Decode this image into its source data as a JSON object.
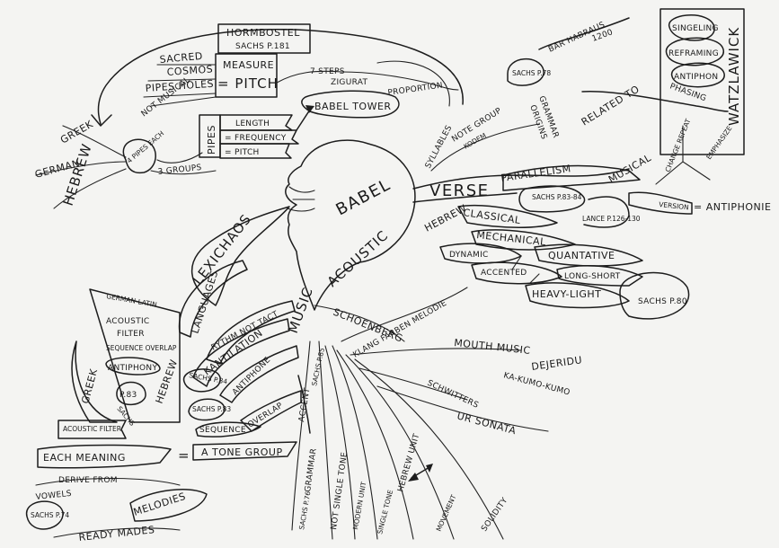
{
  "center": {
    "head": "BABEL",
    "acoustic": "ACOUSTIC",
    "music": "MUSIC",
    "lexichaos": "LEXICHAOS"
  },
  "top": {
    "hornbostel": "HORMBOSTEL",
    "sachs181": "SACHS P.181",
    "sacred": "SACRED",
    "cosmos": "COSMOS",
    "pipes_holes": "PIPES HOLES",
    "not_musical": "NOT MUSICAL",
    "measure": "MEASURE",
    "pitch_eq": "= PITCH",
    "steps": "7 STEPS",
    "ziggurat": "ZIGURAT",
    "proportion": "PROPORTION",
    "babel_tower": "BABEL TOWER",
    "pipes": "PIPES",
    "length": "LENGTH",
    "frequency": "= FREQUENCY",
    "pitch": "= PITCH",
    "greek": "GREEK",
    "german": "GERMAN",
    "hebrew": "HEBREW",
    "pipes_each": "4 PIPES EACH",
    "groups": "3 GROUPS"
  },
  "right": {
    "bar_hebraus": "BAR HABRAUS",
    "year": "1200",
    "sachs78": "SACHS P.78",
    "grammar": "GRAMMAR",
    "origins": "ORIGINS",
    "syllables": "SYLLABLES",
    "note_group": "NOTE GROUP",
    "kodem": "KODEM",
    "verse": "VERSE",
    "parallelism": "PARALLELISM",
    "related_to": "RELATED TO",
    "singeling": "SINGELING",
    "reframing": "REFRAMING",
    "antiphon": "ANTIPHON",
    "phasing": "PHASING",
    "watzlawick": "WATZLAWICK",
    "change_repeat": "CHANGE REPEAT",
    "emphasize": "EMPHASIZE",
    "musical": "MUSICAL",
    "version": "VERSION",
    "antiphonie": "= ANTIPHONIE",
    "sachs83": "SACHS P.83-84",
    "lance": "LANCE P.126-130",
    "classical": "CLASSICAL",
    "hebrew": "HEBREW",
    "mechanical": "MECHANICAL",
    "dynamic": "DYNAMIC",
    "quantative": "QUANTATIVE",
    "accented": "ACCENTED",
    "long_short": "LONG-SHORT",
    "heavy_light": "HEAVY-LIGHT",
    "sachs80": "SACHS P.80"
  },
  "left": {
    "languages": "LANGUAGES",
    "german_latin": "GERMAN-LATIN",
    "acoustic": "ACOUSTIC",
    "filter": "FILTER",
    "sequence_overlap": "SEQUENCE OVERLAP",
    "antiphony": "ANTIPHONY",
    "greek": "GREEK",
    "hebrew": "HEBREW",
    "p83": "P.83",
    "sachs": "SACHS",
    "rythm": "RYTHM NOT TACT",
    "kantilation": "KANTILATION",
    "sachs_p84": "SACHS P.84",
    "antiphone": "ANTIPHONE",
    "sachs_p83": "SACHS P.83",
    "sequence": "SEQUENCE",
    "overlap": "OVERLAP",
    "accent": "ACCENT",
    "sachs_p85": "SACHS P.85",
    "acoustic_filter": "ACOUSTIC FILTER",
    "each_meaning": "EACH MEANING",
    "equals": "=",
    "tone_group": "A TONE GROUP",
    "derive": "DERIVE FROM",
    "vowels": "VOWELS",
    "melodies": "MELODIES",
    "sachs74": "SACHS P.74",
    "ready_mades": "READY MADES"
  },
  "bottom": {
    "schoenberg": "SCHOENBERG",
    "klangfarben": "KLANG FARBEN MELODIE",
    "mouth_music": "MOUTH MUSIC",
    "dejeridu": "DEJERIDU",
    "kakumo": "KA-KUMO-KUMO",
    "schwitters": "SCHWITTERS",
    "ur_sonata": "UR SONATA",
    "grammar": "GRAMMAR",
    "sachs_p76": "SACHS P.76",
    "not_single": "NOT SINGLE TONE",
    "modern_unit": "MODERN UNIT",
    "single_tone": "SINGLE TONE",
    "hebrew_unit": "HEBREW UNIT",
    "movement": "MOVEMENT",
    "solidity": "SOLIDITY"
  }
}
